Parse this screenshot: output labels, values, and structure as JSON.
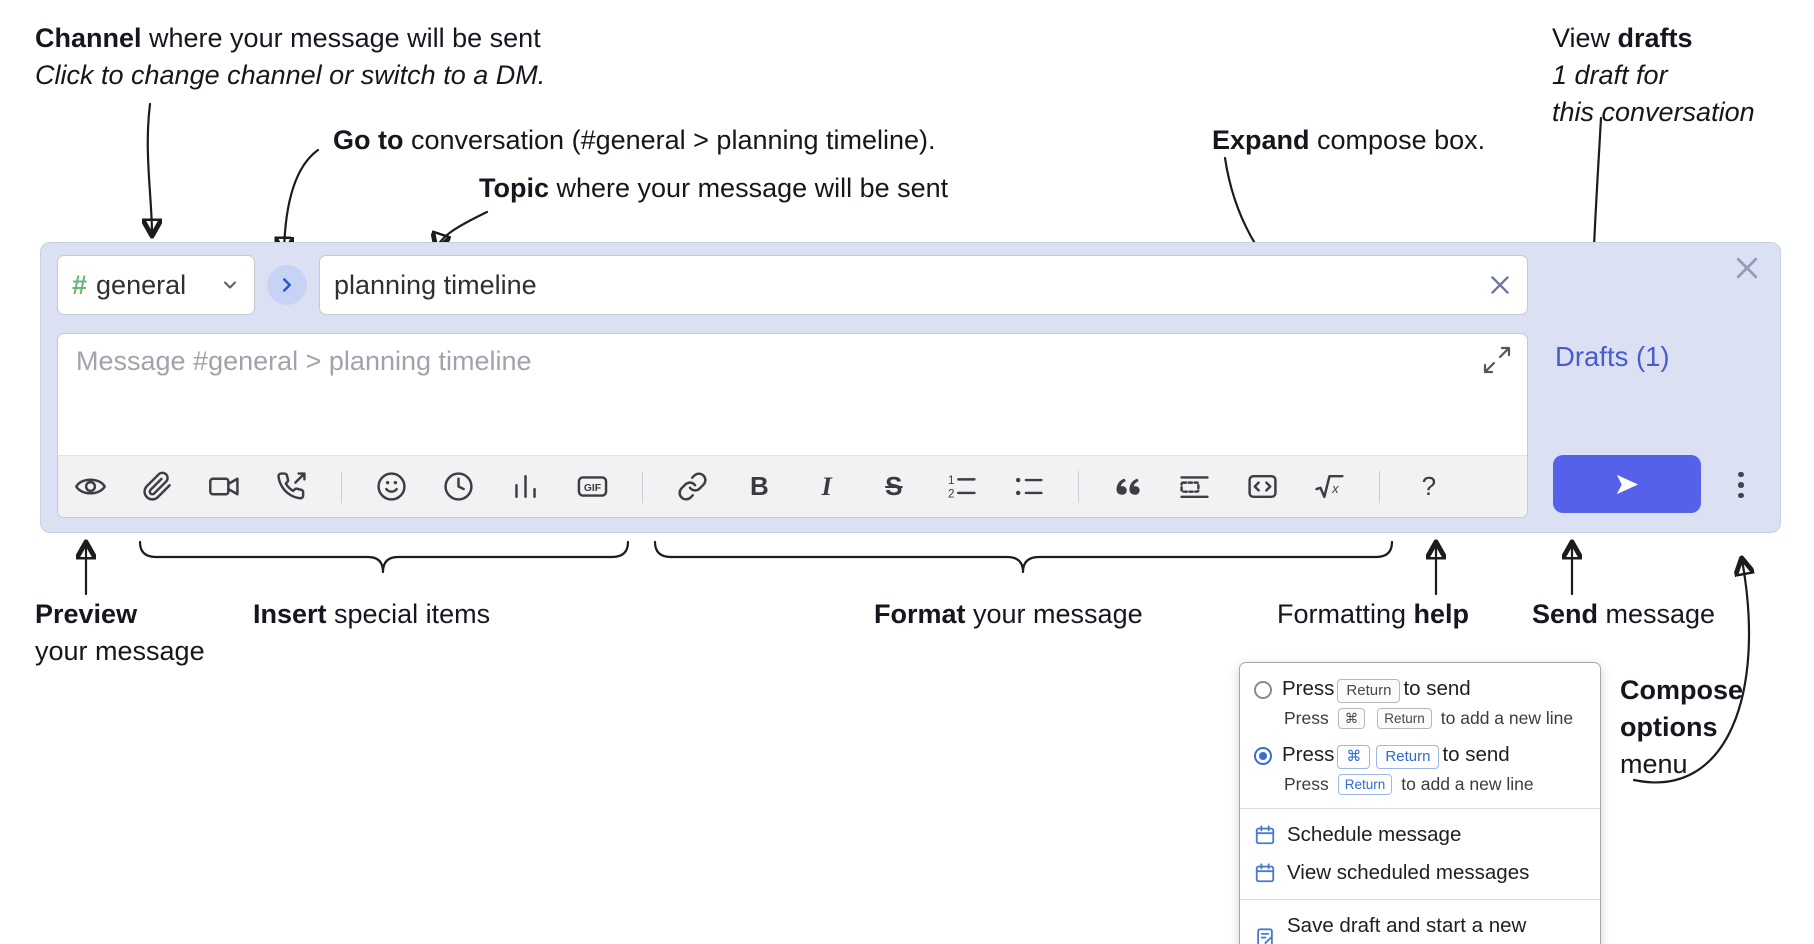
{
  "annotations": {
    "channel": {
      "bold": "Channel",
      "rest": " where your message will be sent",
      "italic": "Click to change channel or switch to a DM."
    },
    "goto": {
      "bold": "Go to",
      "rest": " conversation (#general > planning timeline)."
    },
    "topic": {
      "bold": "Topic",
      "rest": " where your message will be sent"
    },
    "expand": {
      "bold": "Expand",
      "rest": " compose box."
    },
    "view_drafts": {
      "pre": "View ",
      "bold": "drafts",
      "line2": "1 draft for",
      "line3": "this conversation"
    },
    "preview": {
      "bold": "Preview",
      "line2": "your message"
    },
    "insert": {
      "bold": "Insert",
      "rest": " special items"
    },
    "format": {
      "bold": "Format",
      "rest": " your message"
    },
    "formatting_help": {
      "pre": "Formatting ",
      "bold": "help"
    },
    "send": {
      "bold": "Send",
      "rest": " message"
    },
    "compose_options": {
      "line1": "Compose",
      "line2": "options",
      "line3": "menu"
    }
  },
  "compose": {
    "channel": {
      "hash": "#",
      "name": "general"
    },
    "topic_value": "planning timeline",
    "message_placeholder": "Message #general > planning timeline",
    "drafts_link": "Drafts (1)",
    "toolbar_icons": [
      "preview-eye",
      "attach-paperclip",
      "video-call",
      "voice-call",
      "emoji-smiley",
      "time-clock",
      "poll-bar-chart",
      "gif",
      "link",
      "bold",
      "italic",
      "strikethrough",
      "numbered-list",
      "bulleted-list",
      "quote",
      "spoiler",
      "code",
      "math",
      "help"
    ]
  },
  "labels": {
    "bold_b": "B",
    "italic_i": "I",
    "strike_s": "S",
    "gif": "GIF",
    "help_q": "?"
  },
  "popup": {
    "options": [
      {
        "selected": false,
        "main_pre": "Press",
        "main_keys": [
          "Return"
        ],
        "main_post": "to send",
        "sub_pre": "Press",
        "sub_keys": [
          "⌘",
          "Return"
        ],
        "sub_post": "to add a new line"
      },
      {
        "selected": true,
        "main_pre": "Press",
        "main_keys": [
          "⌘",
          "Return"
        ],
        "main_post": "to send",
        "sub_pre": "Press",
        "sub_keys": [
          "Return"
        ],
        "sub_post": "to add a new line"
      }
    ],
    "menu_items": [
      "Schedule message",
      "View scheduled messages",
      "Save draft and start a new message"
    ]
  },
  "colors": {
    "compose_bg": "#dbe1f2",
    "send_button": "#5661ea",
    "drafts_link": "#4a5bd0",
    "channel_hash": "#69b579",
    "radio_selected": "#3b6cd4",
    "kbd_highlight": "#2e6bd8",
    "menu_icon": "#4a7bd0"
  }
}
